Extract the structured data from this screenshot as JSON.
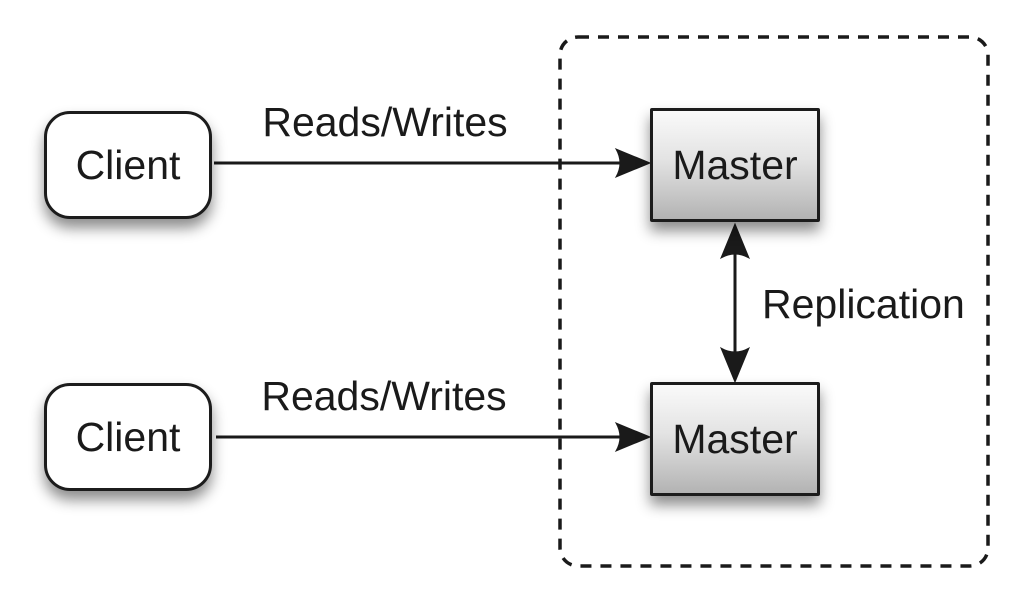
{
  "diagram": {
    "type": "architecture-diagram",
    "topic": "master-master-replication",
    "background_color": "#ffffff",
    "stroke_color": "#1a1a1a",
    "nodes": {
      "client_top": {
        "label": "Client",
        "shape": "rounded-rectangle",
        "fill": "#ffffff"
      },
      "client_bottom": {
        "label": "Client",
        "shape": "rounded-rectangle",
        "fill": "#ffffff"
      },
      "master_top": {
        "label": "Master",
        "shape": "rectangle",
        "fill_gradient_top": "#fafafa",
        "fill_gradient_bottom": "#b3b3b3"
      },
      "master_bottom": {
        "label": "Master",
        "shape": "rectangle",
        "fill_gradient_top": "#fafafa",
        "fill_gradient_bottom": "#b3b3b3"
      }
    },
    "edges": {
      "reads_writes_top": {
        "label": "Reads/Writes",
        "from": "client_top",
        "to": "master_top",
        "direction": "one-way"
      },
      "reads_writes_bottom": {
        "label": "Reads/Writes",
        "from": "client_bottom",
        "to": "master_bottom",
        "direction": "one-way"
      },
      "replication": {
        "label": "Replication",
        "from": "master_top",
        "to": "master_bottom",
        "direction": "two-way"
      }
    },
    "group": {
      "name": "replication-boundary",
      "style": "dashed-rounded-rectangle"
    }
  }
}
